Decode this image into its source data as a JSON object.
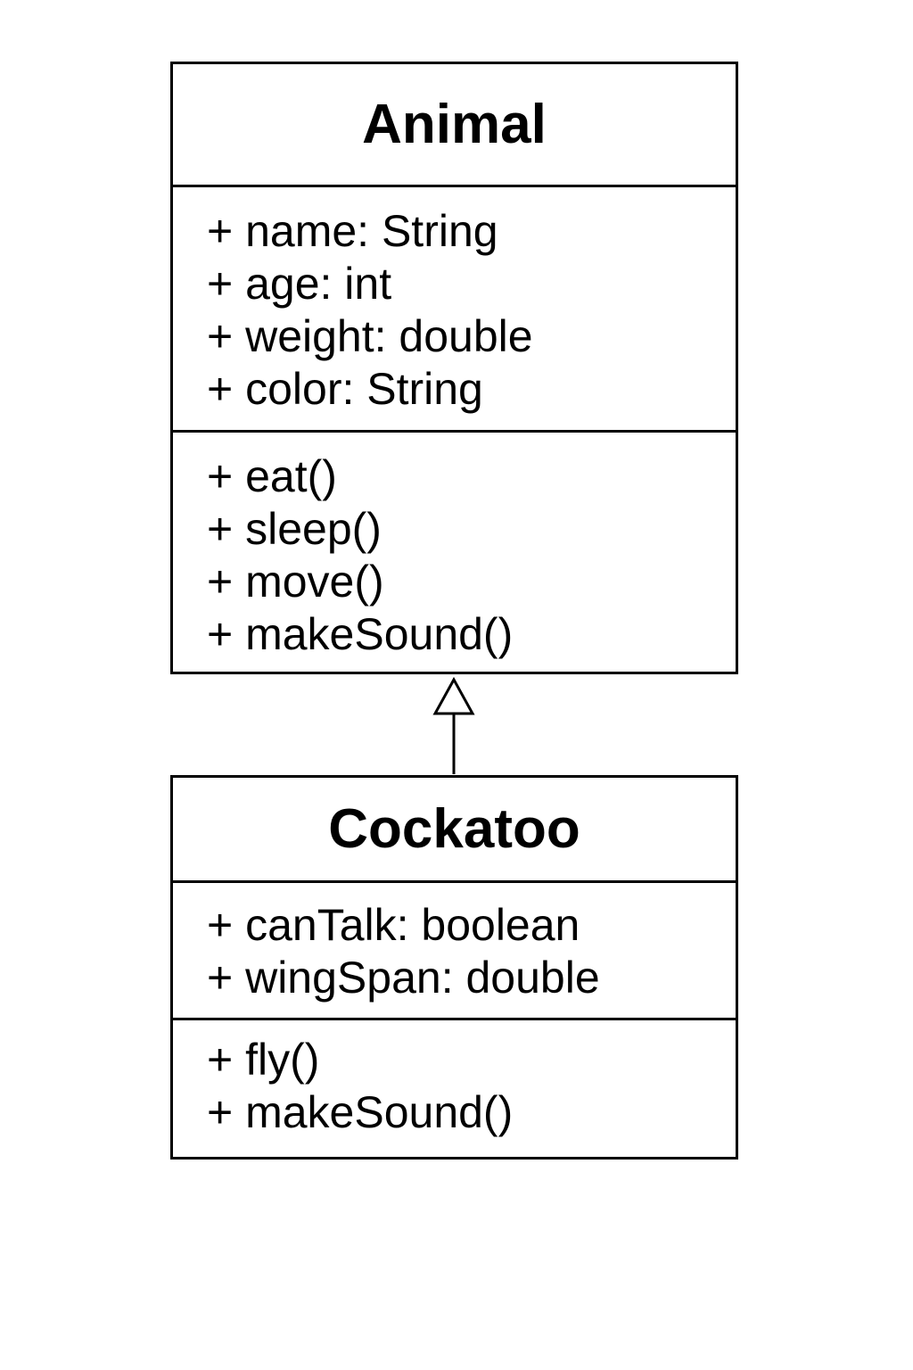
{
  "classes": [
    {
      "name": "Animal",
      "attributes": [
        "+ name: String",
        "+ age: int",
        "+ weight: double",
        "+ color: String"
      ],
      "operations": [
        "+ eat()",
        "+ sleep()",
        "+ move()",
        "+ makeSound()"
      ]
    },
    {
      "name": "Cockatoo",
      "attributes": [
        "+ canTalk: boolean",
        "+ wingSpan: double"
      ],
      "operations": [
        "+ fly()",
        "+ makeSound()"
      ]
    }
  ],
  "relationships": [
    {
      "type": "generalization",
      "from": "Cockatoo",
      "to": "Animal"
    }
  ],
  "colors": {
    "stroke": "#000000",
    "background": "#ffffff"
  }
}
